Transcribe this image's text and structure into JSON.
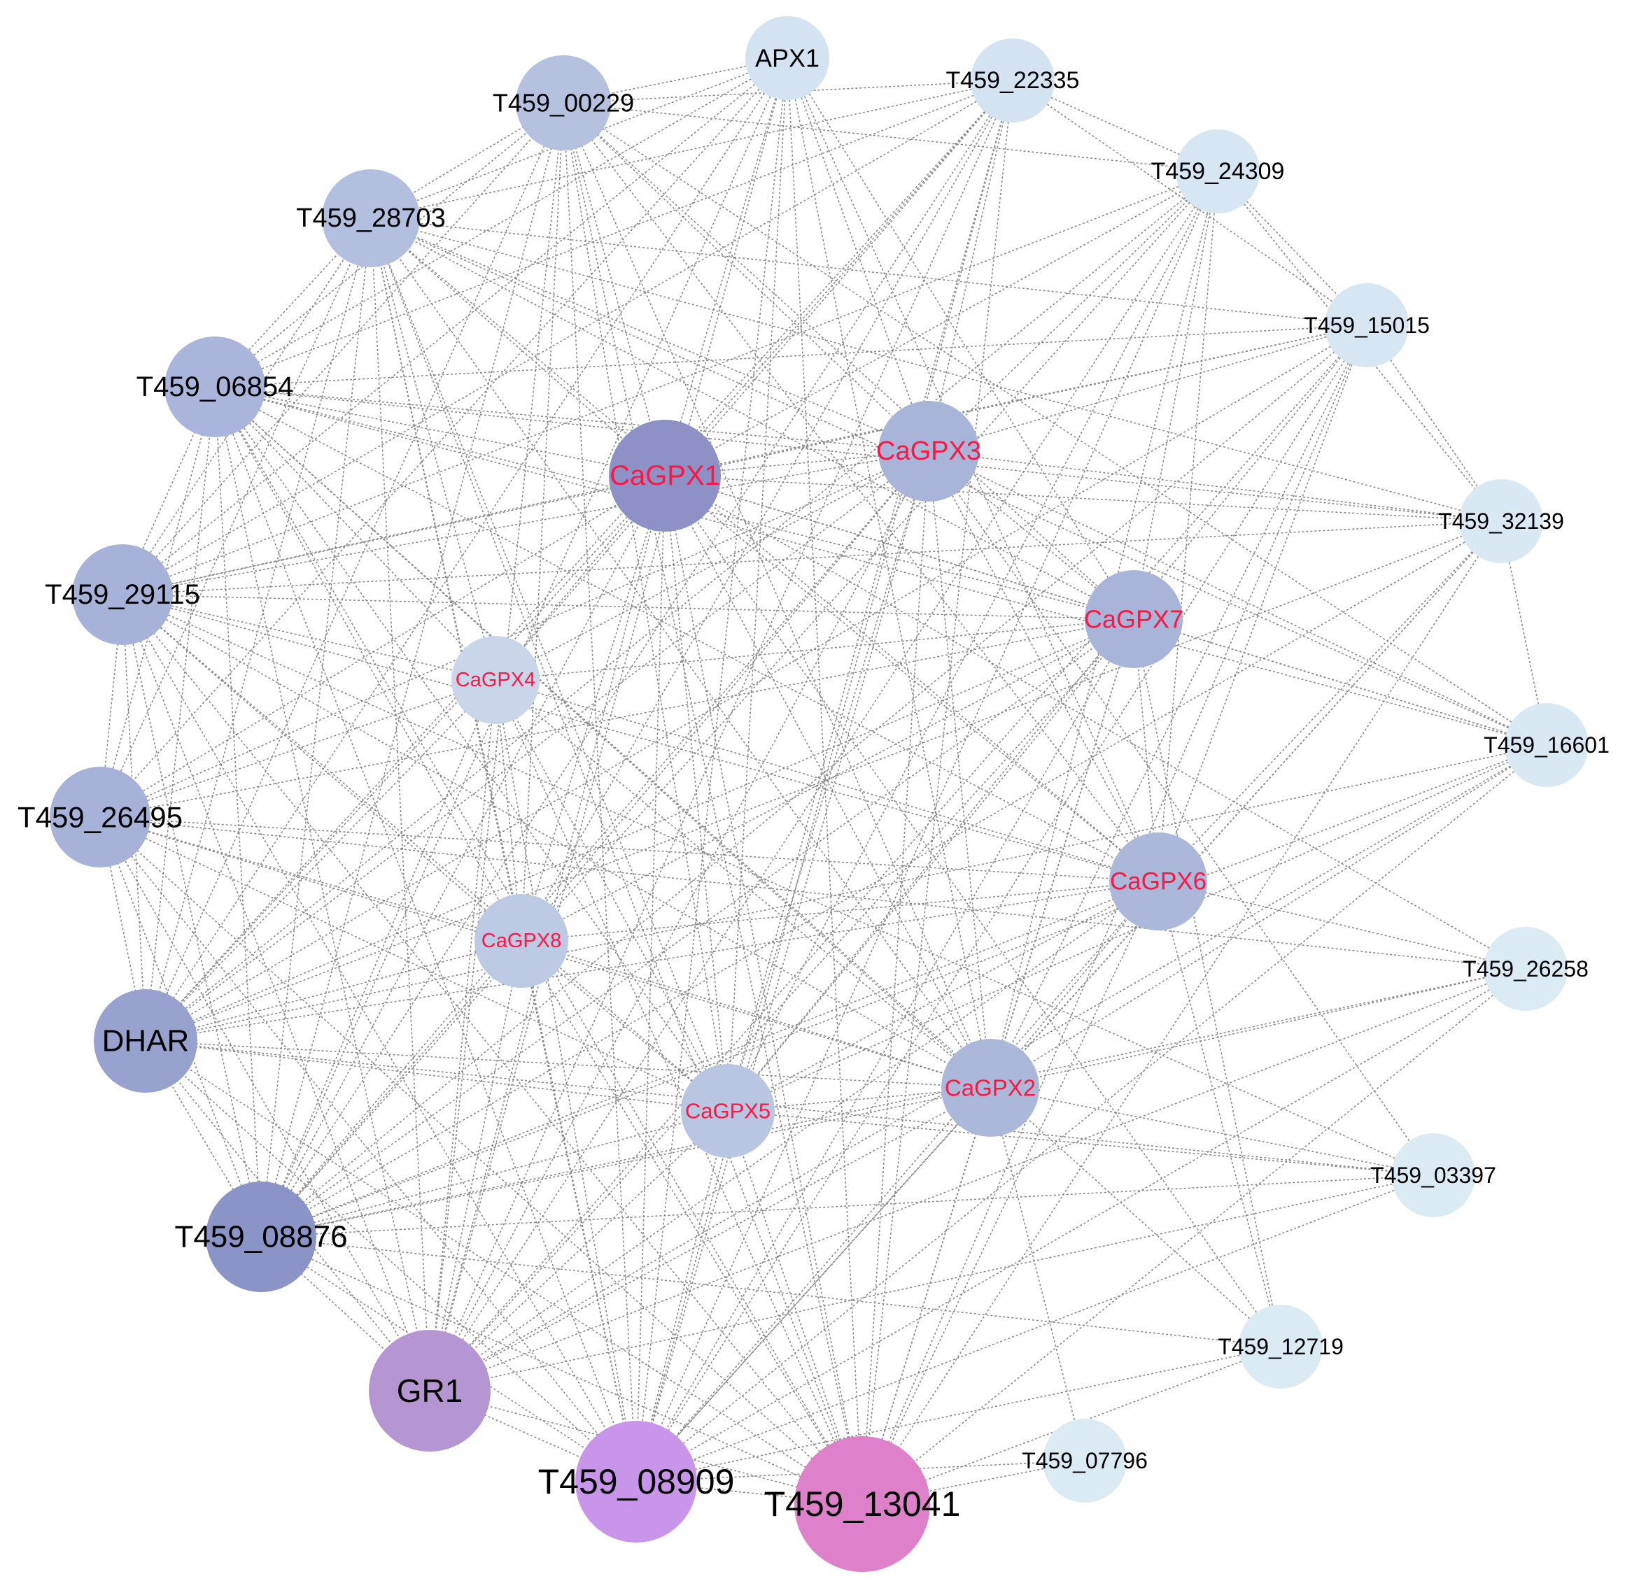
{
  "diagram": {
    "type": "gene-interaction-network",
    "edge_style": "dashed",
    "colors": {
      "edge": "#8a8a8a",
      "gene_label": "#000000",
      "gpx_label": "#ff1744"
    },
    "nodes": [
      {
        "id": "APX1",
        "label": "APX1",
        "color": "#d3e3f1",
        "size": "small",
        "highlight": false
      },
      {
        "id": "T459_22335",
        "label": "T459_22335",
        "color": "#d3e3f1",
        "size": "small",
        "highlight": false
      },
      {
        "id": "T459_24309",
        "label": "T459_24309",
        "color": "#d6e6f2",
        "size": "small",
        "highlight": false
      },
      {
        "id": "T459_15015",
        "label": "T459_15015",
        "color": "#d6e6f2",
        "size": "small",
        "highlight": false
      },
      {
        "id": "T459_32139",
        "label": "T459_32139",
        "color": "#d9e9f3",
        "size": "small",
        "highlight": false
      },
      {
        "id": "T459_16601",
        "label": "T459_16601",
        "color": "#d9e9f3",
        "size": "small",
        "highlight": false
      },
      {
        "id": "T459_26258",
        "label": "T459_26258",
        "color": "#dbebf4",
        "size": "small",
        "highlight": false
      },
      {
        "id": "T459_03397",
        "label": "T459_03397",
        "color": "#dbebf4",
        "size": "small",
        "highlight": false
      },
      {
        "id": "T459_12719",
        "label": "T459_12719",
        "color": "#dbebf4",
        "size": "small",
        "highlight": false
      },
      {
        "id": "T459_07796",
        "label": "T459_07796",
        "color": "#dbebf4",
        "size": "small",
        "highlight": false
      },
      {
        "id": "T459_13041",
        "label": "T459_13041",
        "color": "#df80cb",
        "size": "xlarge",
        "highlight": false
      },
      {
        "id": "T459_08909",
        "label": "T459_08909",
        "color": "#c995ea",
        "size": "xlarge",
        "highlight": false
      },
      {
        "id": "GR1",
        "label": "GR1",
        "color": "#b596d3",
        "size": "large",
        "highlight": false
      },
      {
        "id": "T459_08876",
        "label": "T459_08876",
        "color": "#8a94c6",
        "size": "large",
        "highlight": false
      },
      {
        "id": "DHAR",
        "label": "DHAR",
        "color": "#97a2cf",
        "size": "medium",
        "highlight": false
      },
      {
        "id": "T459_26495",
        "label": "T459_26495",
        "color": "#a6b2d8",
        "size": "medium",
        "highlight": false
      },
      {
        "id": "T459_29115",
        "label": "T459_29115",
        "color": "#a6b2d8",
        "size": "medium",
        "highlight": false
      },
      {
        "id": "T459_06854",
        "label": "T459_06854",
        "color": "#a9b5da",
        "size": "medium",
        "highlight": false
      },
      {
        "id": "T459_28703",
        "label": "T459_28703",
        "color": "#b2bfde",
        "size": "medium",
        "highlight": false
      },
      {
        "id": "T459_00229",
        "label": "T459_00229",
        "color": "#b4c2e0",
        "size": "medium",
        "highlight": false
      },
      {
        "id": "CaGPX1",
        "label": "CaGPX1",
        "color": "#8d91c6",
        "size": "large",
        "highlight": true
      },
      {
        "id": "CaGPX3",
        "label": "CaGPX3",
        "color": "#a9b5d8",
        "size": "medium",
        "highlight": true
      },
      {
        "id": "CaGPX7",
        "label": "CaGPX7",
        "color": "#a9b5d8",
        "size": "medium",
        "highlight": true
      },
      {
        "id": "CaGPX6",
        "label": "CaGPX6",
        "color": "#acb8da",
        "size": "medium",
        "highlight": true
      },
      {
        "id": "CaGPX2",
        "label": "CaGPX2",
        "color": "#acb8da",
        "size": "medium",
        "highlight": true
      },
      {
        "id": "CaGPX5",
        "label": "CaGPX5",
        "color": "#b8c6e2",
        "size": "small",
        "highlight": true
      },
      {
        "id": "CaGPX8",
        "label": "CaGPX8",
        "color": "#bdcae4",
        "size": "small",
        "highlight": true
      },
      {
        "id": "CaGPX4",
        "label": "CaGPX4",
        "color": "#c9d6ea",
        "size": "small",
        "highlight": true
      }
    ],
    "edges": [
      [
        "APX1",
        "T459_00229"
      ],
      [
        "APX1",
        "T459_28703"
      ],
      [
        "APX1",
        "T459_06854"
      ],
      [
        "APX1",
        "T459_29115"
      ],
      [
        "APX1",
        "T459_26495"
      ],
      [
        "APX1",
        "DHAR"
      ],
      [
        "APX1",
        "T459_08876"
      ],
      [
        "APX1",
        "GR1"
      ],
      [
        "APX1",
        "T459_08909"
      ],
      [
        "APX1",
        "T459_13041"
      ],
      [
        "APX1",
        "CaGPX1"
      ],
      [
        "APX1",
        "CaGPX3"
      ],
      [
        "APX1",
        "CaGPX7"
      ],
      [
        "APX1",
        "CaGPX6"
      ],
      [
        "APX1",
        "CaGPX2"
      ],
      [
        "APX1",
        "CaGPX5"
      ],
      [
        "T459_22335",
        "T459_24309"
      ],
      [
        "T459_22335",
        "T459_15015"
      ],
      [
        "T459_22335",
        "T459_00229"
      ],
      [
        "T459_22335",
        "T459_28703"
      ],
      [
        "T459_22335",
        "T459_06854"
      ],
      [
        "T459_22335",
        "CaGPX1"
      ],
      [
        "T459_22335",
        "CaGPX3"
      ],
      [
        "T459_22335",
        "CaGPX4"
      ],
      [
        "T459_22335",
        "CaGPX8"
      ],
      [
        "T459_22335",
        "CaGPX5"
      ],
      [
        "T459_22335",
        "DHAR"
      ],
      [
        "T459_22335",
        "T459_08876"
      ],
      [
        "T459_22335",
        "GR1"
      ],
      [
        "T459_22335",
        "T459_08909"
      ],
      [
        "T459_22335",
        "T459_13041"
      ],
      [
        "T459_22335",
        "T459_29115"
      ],
      [
        "T459_24309",
        "T459_15015"
      ],
      [
        "T459_24309",
        "T459_32139"
      ],
      [
        "T459_24309",
        "T459_00229"
      ],
      [
        "T459_24309",
        "CaGPX1"
      ],
      [
        "T459_24309",
        "CaGPX3"
      ],
      [
        "T459_24309",
        "CaGPX7"
      ],
      [
        "T459_24309",
        "CaGPX6"
      ],
      [
        "T459_24309",
        "CaGPX2"
      ],
      [
        "T459_24309",
        "CaGPX5"
      ],
      [
        "T459_24309",
        "T459_29115"
      ],
      [
        "T459_24309",
        "DHAR"
      ],
      [
        "T459_24309",
        "T459_08876"
      ],
      [
        "T459_24309",
        "GR1"
      ],
      [
        "T459_24309",
        "T459_08909"
      ],
      [
        "T459_15015",
        "T459_32139"
      ],
      [
        "T459_15015",
        "T459_06854"
      ],
      [
        "T459_15015",
        "T459_28703"
      ],
      [
        "T459_15015",
        "CaGPX1"
      ],
      [
        "T459_15015",
        "CaGPX3"
      ],
      [
        "T459_15015",
        "CaGPX6"
      ],
      [
        "T459_15015",
        "CaGPX2"
      ],
      [
        "T459_15015",
        "CaGPX5"
      ],
      [
        "T459_15015",
        "DHAR"
      ],
      [
        "T459_15015",
        "T459_08876"
      ],
      [
        "T459_15015",
        "GR1"
      ],
      [
        "T459_15015",
        "T459_08909"
      ],
      [
        "T459_15015",
        "T459_13041"
      ],
      [
        "T459_15015",
        "T459_29115"
      ],
      [
        "T459_32139",
        "T459_16601"
      ],
      [
        "T459_32139",
        "T459_06854"
      ],
      [
        "T459_32139",
        "T459_28703"
      ],
      [
        "T459_32139",
        "CaGPX1"
      ],
      [
        "T459_32139",
        "CaGPX3"
      ],
      [
        "T459_32139",
        "CaGPX6"
      ],
      [
        "T459_32139",
        "CaGPX2"
      ],
      [
        "T459_32139",
        "DHAR"
      ],
      [
        "T459_32139",
        "T459_08876"
      ],
      [
        "T459_32139",
        "T459_08909"
      ],
      [
        "T459_32139",
        "T459_13041"
      ],
      [
        "T459_32139",
        "T459_29115"
      ],
      [
        "T459_16601",
        "T459_00229"
      ],
      [
        "T459_16601",
        "T459_28703"
      ],
      [
        "T459_16601",
        "T459_06854"
      ],
      [
        "T459_16601",
        "CaGPX1"
      ],
      [
        "T459_16601",
        "CaGPX3"
      ],
      [
        "T459_16601",
        "CaGPX7"
      ],
      [
        "T459_16601",
        "CaGPX2"
      ],
      [
        "T459_16601",
        "CaGPX5"
      ],
      [
        "T459_16601",
        "DHAR"
      ],
      [
        "T459_16601",
        "T459_08876"
      ],
      [
        "T459_16601",
        "GR1"
      ],
      [
        "T459_16601",
        "T459_08909"
      ],
      [
        "T459_26258",
        "CaGPX1"
      ],
      [
        "T459_26258",
        "CaGPX6"
      ],
      [
        "T459_26258",
        "CaGPX2"
      ],
      [
        "T459_26258",
        "T459_08876"
      ],
      [
        "T459_26258",
        "GR1"
      ],
      [
        "T459_26258",
        "T459_08909"
      ],
      [
        "T459_26258",
        "T459_13041"
      ],
      [
        "T459_26258",
        "T459_26495"
      ],
      [
        "T459_03397",
        "CaGPX3"
      ],
      [
        "T459_03397",
        "CaGPX2"
      ],
      [
        "T459_03397",
        "CaGPX5"
      ],
      [
        "T459_03397",
        "T459_08876"
      ],
      [
        "T459_03397",
        "GR1"
      ],
      [
        "T459_03397",
        "T459_08909"
      ],
      [
        "T459_03397",
        "DHAR"
      ],
      [
        "T459_03397",
        "T459_29115"
      ],
      [
        "T459_12719",
        "CaGPX1"
      ],
      [
        "T459_12719",
        "CaGPX7"
      ],
      [
        "T459_12719",
        "CaGPX6"
      ],
      [
        "T459_12719",
        "T459_08876"
      ],
      [
        "T459_12719",
        "T459_13041"
      ],
      [
        "T459_12719",
        "T459_08909"
      ],
      [
        "T459_12719",
        "T459_06854"
      ],
      [
        "T459_07796",
        "T459_13041"
      ],
      [
        "T459_07796",
        "CaGPX2"
      ],
      [
        "T459_07796",
        "T459_08909"
      ],
      [
        "T459_13041",
        "T459_08909"
      ],
      [
        "T459_13041",
        "CaGPX1"
      ],
      [
        "T459_13041",
        "CaGPX3"
      ],
      [
        "T459_13041",
        "CaGPX7"
      ],
      [
        "T459_13041",
        "CaGPX6"
      ],
      [
        "T459_13041",
        "CaGPX2"
      ],
      [
        "T459_13041",
        "CaGPX5"
      ],
      [
        "T459_13041",
        "CaGPX8"
      ],
      [
        "T459_13041",
        "CaGPX4"
      ],
      [
        "T459_13041",
        "T459_00229"
      ],
      [
        "T459_13041",
        "T459_28703"
      ],
      [
        "T459_13041",
        "T459_06854"
      ],
      [
        "T459_13041",
        "T459_29115"
      ],
      [
        "T459_13041",
        "T459_26495"
      ],
      [
        "T459_13041",
        "DHAR"
      ],
      [
        "T459_13041",
        "T459_08876"
      ],
      [
        "T459_13041",
        "GR1"
      ],
      [
        "T459_08909",
        "GR1"
      ],
      [
        "T459_08909",
        "CaGPX1"
      ],
      [
        "T459_08909",
        "CaGPX3"
      ],
      [
        "T459_08909",
        "CaGPX7"
      ],
      [
        "T459_08909",
        "CaGPX6"
      ],
      [
        "T459_08909",
        "CaGPX2"
      ],
      [
        "T459_08909",
        "CaGPX5"
      ],
      [
        "T459_08909",
        "CaGPX8"
      ],
      [
        "T459_08909",
        "CaGPX4"
      ],
      [
        "T459_08909",
        "T459_00229"
      ],
      [
        "T459_08909",
        "T459_28703"
      ],
      [
        "T459_08909",
        "T459_06854"
      ],
      [
        "T459_08909",
        "T459_29115"
      ],
      [
        "T459_08909",
        "T459_26495"
      ],
      [
        "T459_08909",
        "DHAR"
      ],
      [
        "T459_08909",
        "T459_08876"
      ],
      [
        "GR1",
        "T459_08876"
      ],
      [
        "GR1",
        "DHAR"
      ],
      [
        "GR1",
        "CaGPX1"
      ],
      [
        "GR1",
        "CaGPX3"
      ],
      [
        "GR1",
        "CaGPX7"
      ],
      [
        "GR1",
        "CaGPX6"
      ],
      [
        "GR1",
        "CaGPX2"
      ],
      [
        "GR1",
        "CaGPX5"
      ],
      [
        "GR1",
        "CaGPX8"
      ],
      [
        "GR1",
        "CaGPX4"
      ],
      [
        "GR1",
        "T459_00229"
      ],
      [
        "GR1",
        "T459_28703"
      ],
      [
        "GR1",
        "T459_06854"
      ],
      [
        "GR1",
        "T459_29115"
      ],
      [
        "GR1",
        "T459_26495"
      ],
      [
        "T459_08876",
        "DHAR"
      ],
      [
        "T459_08876",
        "T459_26495"
      ],
      [
        "T459_08876",
        "T459_29115"
      ],
      [
        "T459_08876",
        "T459_06854"
      ],
      [
        "T459_08876",
        "T459_28703"
      ],
      [
        "T459_08876",
        "T459_00229"
      ],
      [
        "T459_08876",
        "CaGPX1"
      ],
      [
        "T459_08876",
        "CaGPX3"
      ],
      [
        "T459_08876",
        "CaGPX7"
      ],
      [
        "T459_08876",
        "CaGPX6"
      ],
      [
        "T459_08876",
        "CaGPX2"
      ],
      [
        "T459_08876",
        "CaGPX5"
      ],
      [
        "T459_08876",
        "CaGPX8"
      ],
      [
        "T459_08876",
        "CaGPX4"
      ],
      [
        "DHAR",
        "T459_26495"
      ],
      [
        "DHAR",
        "T459_29115"
      ],
      [
        "DHAR",
        "T459_06854"
      ],
      [
        "DHAR",
        "T459_28703"
      ],
      [
        "DHAR",
        "T459_00229"
      ],
      [
        "DHAR",
        "CaGPX1"
      ],
      [
        "DHAR",
        "CaGPX3"
      ],
      [
        "DHAR",
        "CaGPX7"
      ],
      [
        "DHAR",
        "CaGPX6"
      ],
      [
        "DHAR",
        "CaGPX2"
      ],
      [
        "DHAR",
        "CaGPX5"
      ],
      [
        "DHAR",
        "CaGPX8"
      ],
      [
        "DHAR",
        "CaGPX4"
      ],
      [
        "T459_26495",
        "T459_29115"
      ],
      [
        "T459_26495",
        "T459_06854"
      ],
      [
        "T459_26495",
        "T459_28703"
      ],
      [
        "T459_26495",
        "CaGPX1"
      ],
      [
        "T459_26495",
        "CaGPX3"
      ],
      [
        "T459_26495",
        "CaGPX7"
      ],
      [
        "T459_26495",
        "CaGPX6"
      ],
      [
        "T459_26495",
        "CaGPX2"
      ],
      [
        "T459_26495",
        "CaGPX5"
      ],
      [
        "T459_26495",
        "CaGPX8"
      ],
      [
        "T459_26495",
        "CaGPX4"
      ],
      [
        "T459_29115",
        "T459_06854"
      ],
      [
        "T459_29115",
        "T459_28703"
      ],
      [
        "T459_29115",
        "T459_00229"
      ],
      [
        "T459_29115",
        "CaGPX1"
      ],
      [
        "T459_29115",
        "CaGPX3"
      ],
      [
        "T459_29115",
        "CaGPX7"
      ],
      [
        "T459_29115",
        "CaGPX6"
      ],
      [
        "T459_29115",
        "CaGPX2"
      ],
      [
        "T459_29115",
        "CaGPX5"
      ],
      [
        "T459_29115",
        "CaGPX8"
      ],
      [
        "T459_29115",
        "CaGPX4"
      ],
      [
        "T459_06854",
        "T459_28703"
      ],
      [
        "T459_06854",
        "T459_00229"
      ],
      [
        "T459_06854",
        "CaGPX1"
      ],
      [
        "T459_06854",
        "CaGPX3"
      ],
      [
        "T459_06854",
        "CaGPX7"
      ],
      [
        "T459_06854",
        "CaGPX6"
      ],
      [
        "T459_06854",
        "CaGPX2"
      ],
      [
        "T459_06854",
        "CaGPX5"
      ],
      [
        "T459_06854",
        "CaGPX8"
      ],
      [
        "T459_06854",
        "CaGPX4"
      ],
      [
        "T459_28703",
        "T459_00229"
      ],
      [
        "T459_28703",
        "CaGPX1"
      ],
      [
        "T459_28703",
        "CaGPX3"
      ],
      [
        "T459_28703",
        "CaGPX7"
      ],
      [
        "T459_28703",
        "CaGPX6"
      ],
      [
        "T459_28703",
        "CaGPX2"
      ],
      [
        "T459_28703",
        "CaGPX5"
      ],
      [
        "T459_28703",
        "CaGPX8"
      ],
      [
        "T459_28703",
        "CaGPX4"
      ],
      [
        "T459_00229",
        "CaGPX1"
      ],
      [
        "T459_00229",
        "CaGPX3"
      ],
      [
        "T459_00229",
        "CaGPX7"
      ],
      [
        "T459_00229",
        "CaGPX6"
      ],
      [
        "T459_00229",
        "CaGPX2"
      ],
      [
        "T459_00229",
        "CaGPX5"
      ],
      [
        "T459_00229",
        "CaGPX8"
      ],
      [
        "CaGPX1",
        "CaGPX3"
      ],
      [
        "CaGPX1",
        "CaGPX7"
      ],
      [
        "CaGPX1",
        "CaGPX6"
      ],
      [
        "CaGPX1",
        "CaGPX2"
      ],
      [
        "CaGPX1",
        "CaGPX5"
      ],
      [
        "CaGPX1",
        "CaGPX8"
      ],
      [
        "CaGPX1",
        "CaGPX4"
      ],
      [
        "CaGPX3",
        "CaGPX7"
      ],
      [
        "CaGPX3",
        "CaGPX6"
      ],
      [
        "CaGPX3",
        "CaGPX2"
      ],
      [
        "CaGPX3",
        "CaGPX5"
      ],
      [
        "CaGPX3",
        "CaGPX8"
      ],
      [
        "CaGPX3",
        "CaGPX4"
      ],
      [
        "CaGPX7",
        "CaGPX6"
      ],
      [
        "CaGPX7",
        "CaGPX2"
      ],
      [
        "CaGPX7",
        "CaGPX5"
      ],
      [
        "CaGPX7",
        "CaGPX8"
      ],
      [
        "CaGPX7",
        "CaGPX4"
      ],
      [
        "CaGPX6",
        "CaGPX2"
      ],
      [
        "CaGPX6",
        "CaGPX5"
      ],
      [
        "CaGPX6",
        "CaGPX8"
      ],
      [
        "CaGPX6",
        "CaGPX4"
      ],
      [
        "CaGPX2",
        "CaGPX5"
      ],
      [
        "CaGPX2",
        "CaGPX8"
      ],
      [
        "CaGPX2",
        "CaGPX4"
      ],
      [
        "CaGPX5",
        "CaGPX8"
      ],
      [
        "CaGPX5",
        "CaGPX4"
      ],
      [
        "CaGPX8",
        "CaGPX4"
      ]
    ]
  }
}
